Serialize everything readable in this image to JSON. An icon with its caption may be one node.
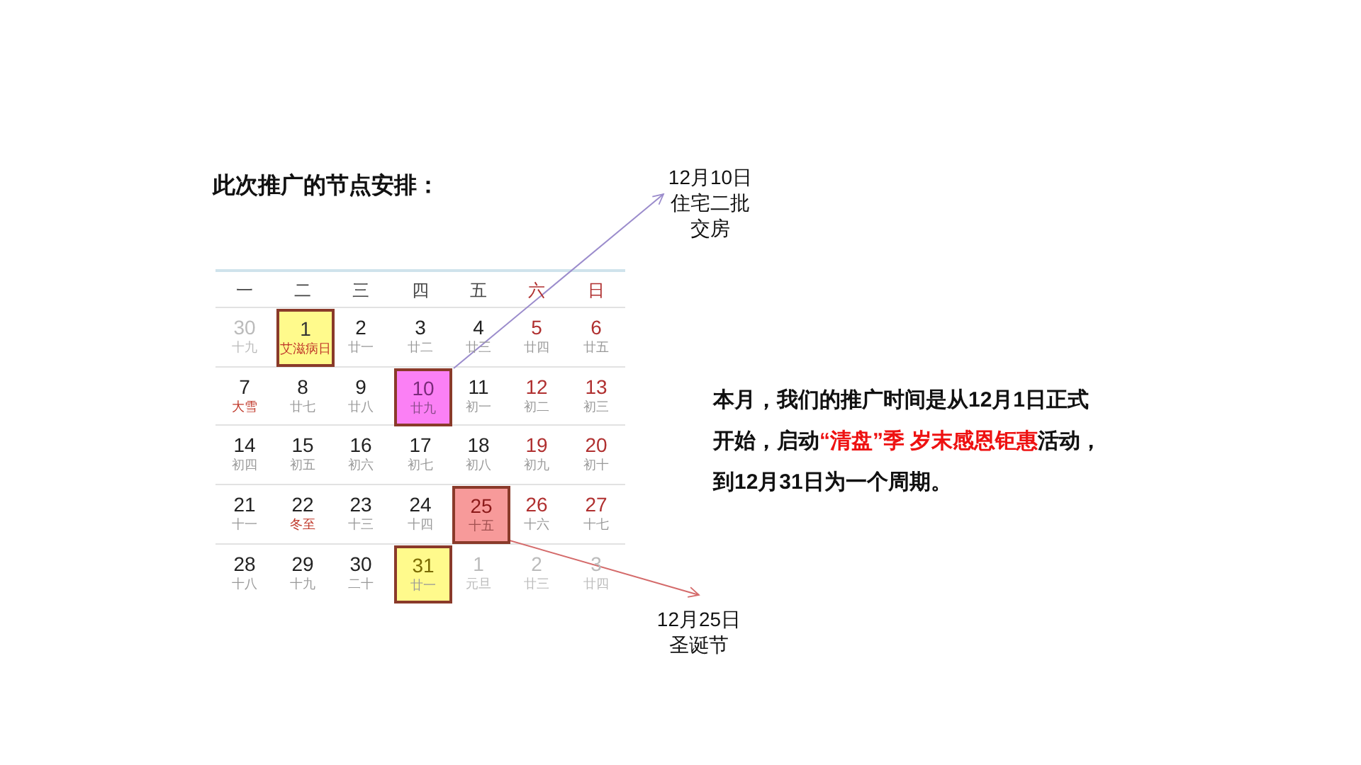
{
  "diagram": {
    "title": "此次推广的节点安排：",
    "nodes": [
      {
        "text": [
          "12月10日住宅二批交房"
        ]
      },
      {
        "text": [
          "1",
          "艾滋病日"
        ]
      },
      {
        "text": [
          "10",
          "廿九"
        ]
      },
      {
        "text": [
          "25",
          "十五"
        ]
      },
      {
        "text": [
          "31",
          "廿一"
        ]
      },
      {
        "text": [
          "12月25日圣诞节"
        ]
      }
    ],
    "edges": [
      {
        "from": 2,
        "to": 0,
        "arrow": "to",
        "color": "#9b8ccc"
      },
      {
        "from": 3,
        "to": 5,
        "arrow": "to",
        "color": "#d46a6a"
      }
    ],
    "labels": [
      "一",
      "二",
      "三",
      "四",
      "五",
      "六",
      "日",
      "30",
      "十九",
      "2",
      "廿一",
      "3",
      "廿二",
      "4",
      "廿三",
      "5",
      "廿四",
      "6",
      "廿五",
      "7",
      "大雪",
      "8",
      "廿七",
      "9",
      "廿八",
      "11",
      "初一",
      "12",
      "初二",
      "13",
      "初三",
      "14",
      "初四",
      "15",
      "初五",
      "16",
      "初六",
      "17",
      "初七",
      "18",
      "初八",
      "19",
      "初九",
      "20",
      "初十",
      "21",
      "十一",
      "22",
      "冬至",
      "23",
      "十三",
      "24",
      "十四",
      "26",
      "十六",
      "27",
      "十七",
      "28",
      "十八",
      "29",
      "十九",
      "30",
      "二十",
      "1",
      "元旦",
      "2",
      "廿三",
      "3",
      "廿四",
      "本月，我们的推广时间是从12月1日正式开始，启动**“清盘”季 岁末感恩钜惠**活动，到12月31日为一个周期。"
    ]
  }
}
